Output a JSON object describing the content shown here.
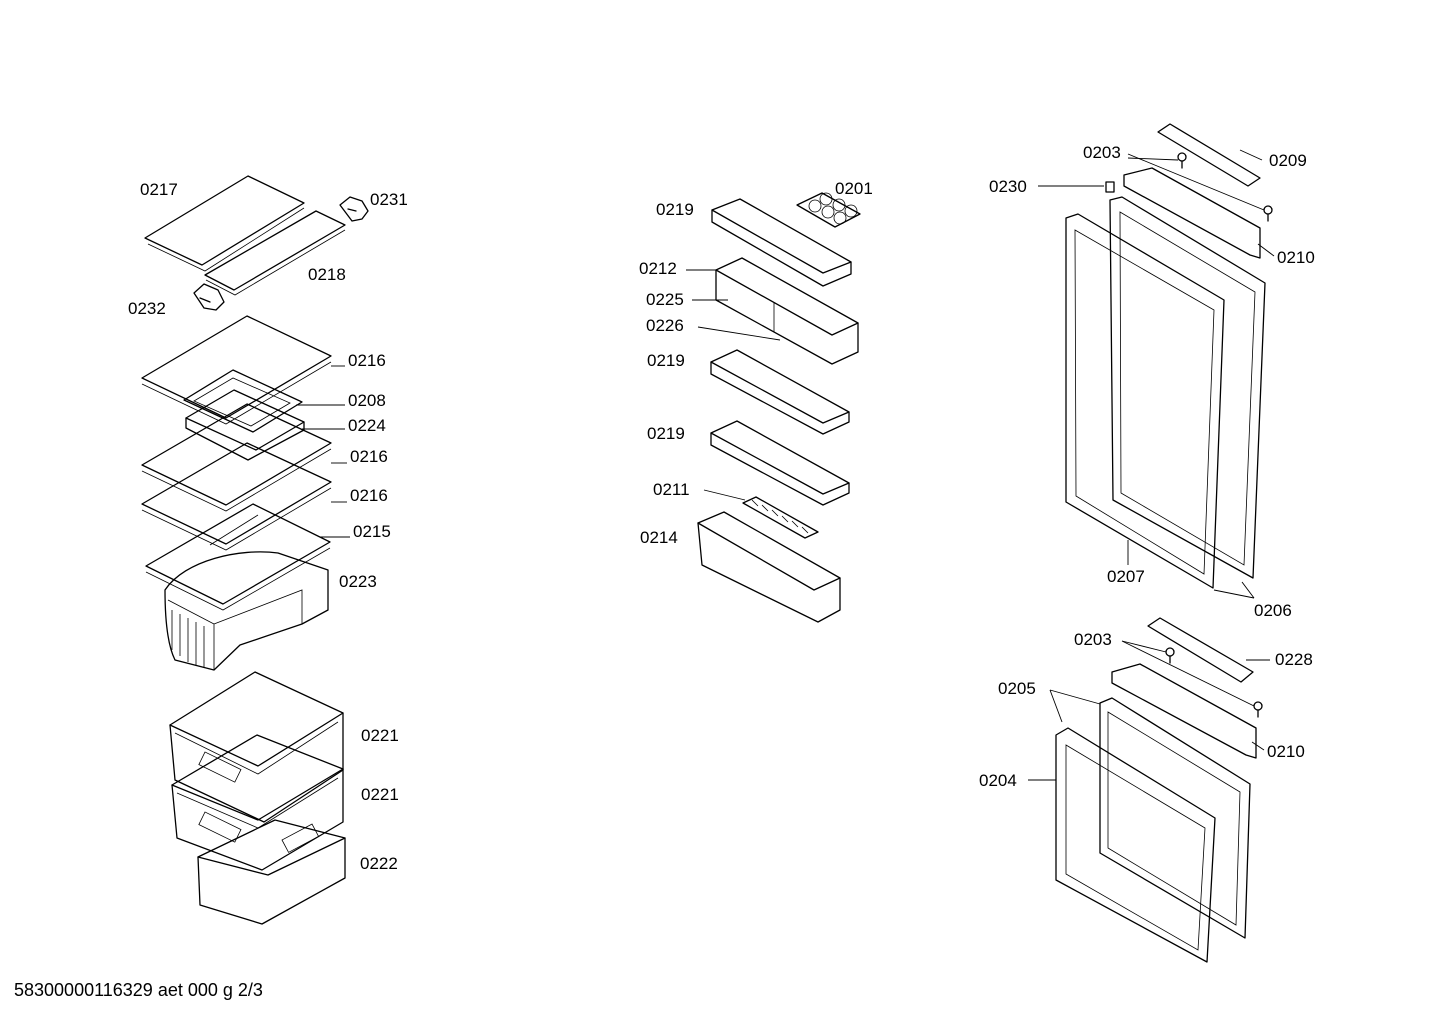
{
  "labels": {
    "p0217": "0217",
    "p0231": "0231",
    "p0218": "0218",
    "p0232": "0232",
    "p0216a": "0216",
    "p0208": "0208",
    "p0224": "0224",
    "p0216b": "0216",
    "p0216c": "0216",
    "p0215": "0215",
    "p0223": "0223",
    "p0221a": "0221",
    "p0221b": "0221",
    "p0222": "0222",
    "p0219a": "0219",
    "p0201": "0201",
    "p0212": "0212",
    "p0225": "0225",
    "p0226": "0226",
    "p0219b": "0219",
    "p0219c": "0219",
    "p0211": "0211",
    "p0214": "0214",
    "p0203a": "0203",
    "p0209": "0209",
    "p0230": "0230",
    "p0210a": "0210",
    "p0207": "0207",
    "p0206": "0206",
    "p0203b": "0203",
    "p0228": "0228",
    "p0205": "0205",
    "p0210b": "0210",
    "p0204": "0204"
  },
  "footer": "58300000116329 aet 000 g 2/3"
}
